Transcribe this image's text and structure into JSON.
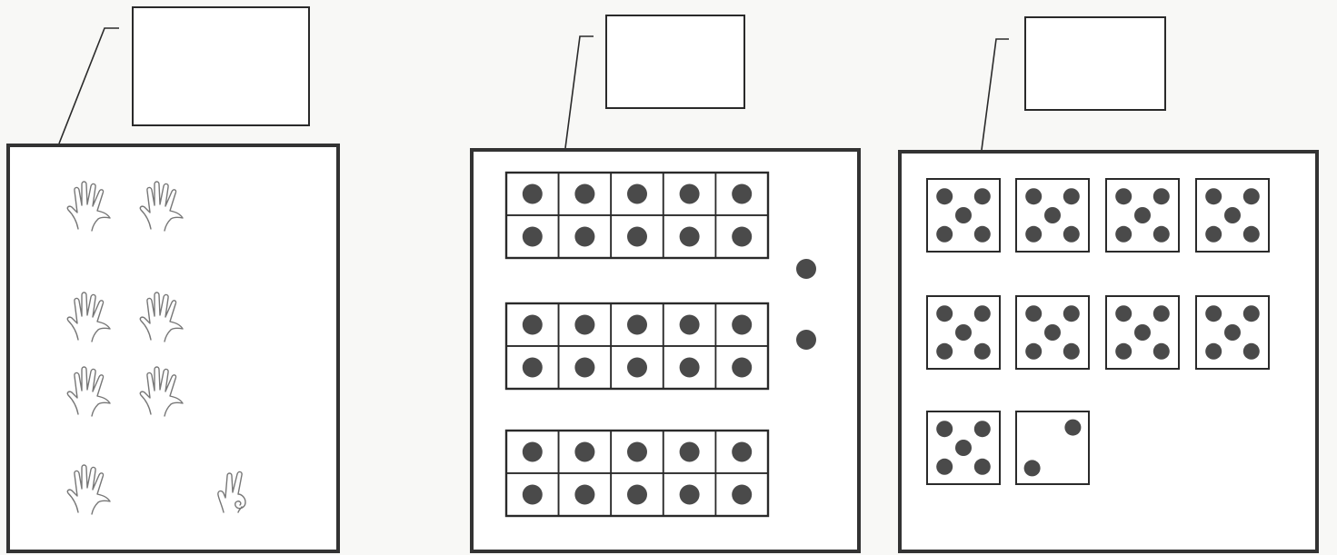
{
  "colors": {
    "ink": "#2a2a2a",
    "pip": "#4a4a4a",
    "hand": "#777777",
    "paper": "#f8f8f6"
  },
  "questions": [
    {
      "representation": "hands",
      "answer": "",
      "open_hands": 7,
      "partial_hand_fingers": 2
    },
    {
      "representation": "ten-frames",
      "answer": "",
      "full_ten_frames": 3,
      "loose_dots": 2
    },
    {
      "representation": "dice-fives",
      "answer": "",
      "five_dice": 9,
      "extra_die_pips": 2
    }
  ]
}
